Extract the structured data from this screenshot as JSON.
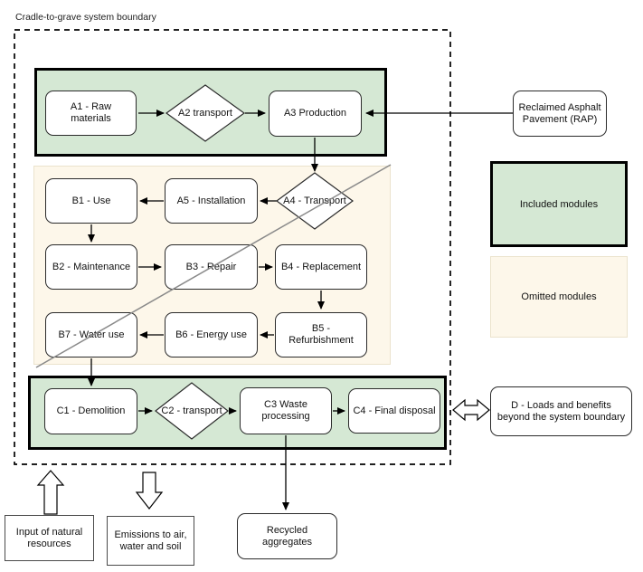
{
  "title": "Cradle-to-grave system boundary",
  "modules": {
    "a1": "A1 - Raw materials",
    "a2": "A2 transport",
    "a3": "A3 Production",
    "a4": "A4 - Transport",
    "a5": "A5 - Installation",
    "b1": "B1 - Use",
    "b2": "B2 - Maintenance",
    "b3": "B3 - Repair",
    "b4": "B4 - Replacement",
    "b5": "B5 - Refurbishment",
    "b6": "B6 - Energy use",
    "b7": "B7 - Water use",
    "c1": "C1 - Demolition",
    "c2": "C2 - transport",
    "c3": "C3 Waste processing",
    "c4": "C4 - Final disposal",
    "d": "D - Loads and benefits beyond the system boundary"
  },
  "external": {
    "rap": "Reclaimed Asphalt Pavement (RAP)",
    "input_natural": "Input of natural resources",
    "emissions": "Emissions to air, water and soil",
    "recycled": "Recycled aggregates"
  },
  "legend": {
    "included": "Included modules",
    "omitted": "Omitted modules"
  },
  "colors": {
    "included_fill": "#d5e8d4",
    "omitted_fill": "#fdf7ea",
    "shape_border": "#000000",
    "connector": "#000000",
    "diagonal_line": "#8a8a8a"
  }
}
